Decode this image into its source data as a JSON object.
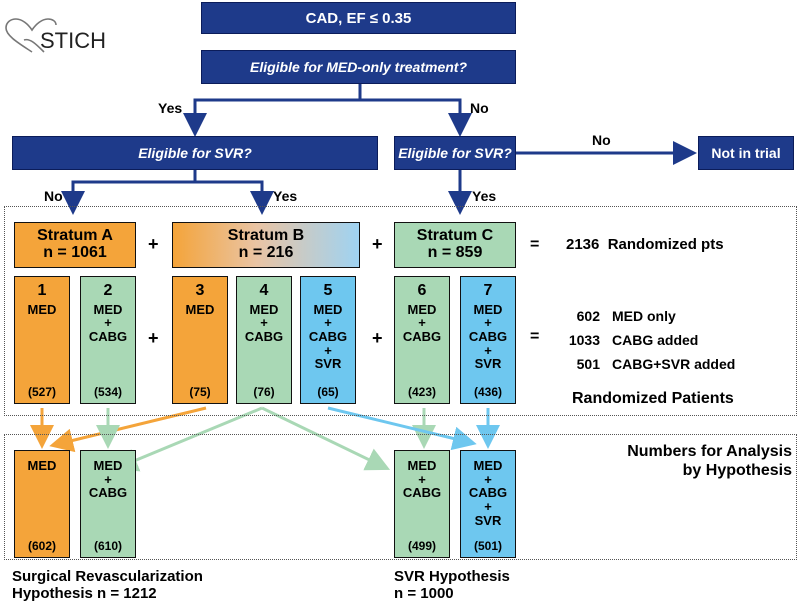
{
  "logo": {
    "text": "STICH"
  },
  "top": {
    "title": "CAD, EF ≤ 0.35",
    "question": "Eligible for MED-only treatment?"
  },
  "branch": {
    "yes": "Yes",
    "no": "No",
    "left_question": "Eligible for SVR?",
    "right_question": "Eligible for SVR?",
    "left_no": "No",
    "left_yes": "Yes",
    "right_no": "No",
    "right_yes": "Yes",
    "not_in_trial": "Not in trial"
  },
  "strata": [
    {
      "name": "Stratum A",
      "n": "n = 1061"
    },
    {
      "name": "Stratum B",
      "n": "n = 216"
    },
    {
      "name": "Stratum C",
      "n": "n = 859"
    }
  ],
  "totals": {
    "equals": "=",
    "randomized": "2136  Randomized pts"
  },
  "arms": [
    {
      "num": "1",
      "label": "MED",
      "n": "(527)"
    },
    {
      "num": "2",
      "label": "MED\n+\nCABG",
      "n": "(534)"
    },
    {
      "num": "3",
      "label": "MED",
      "n": "(75)"
    },
    {
      "num": "4",
      "label": "MED\n+\nCABG",
      "n": "(76)"
    },
    {
      "num": "5",
      "label": "MED\n+\nCABG\n+\nSVR",
      "n": "(65)"
    },
    {
      "num": "6",
      "label": "MED\n+\nCABG",
      "n": "(423)"
    },
    {
      "num": "7",
      "label": "MED\n+\nCABG\n+\nSVR",
      "n": "(436)"
    }
  ],
  "arm_totals": [
    {
      "num": "602",
      "label": "MED only"
    },
    {
      "num": "1033",
      "label": "CABG added"
    },
    {
      "num": "501",
      "label": "CABG+SVR added"
    }
  ],
  "randomized_label": "Randomized Patients",
  "analysis": {
    "title_line1": "Numbers for Analysis",
    "title_line2": "by Hypothesis",
    "boxes": [
      {
        "label": "MED",
        "n": "(602)"
      },
      {
        "label": "MED\n+\nCABG",
        "n": "(610)"
      },
      {
        "label": "MED\n+\nCABG",
        "n": "(499)"
      },
      {
        "label": "MED\n+\nCABG\n+\nSVR",
        "n": "(501)"
      }
    ],
    "surgical_line1": "Surgical Revascularization",
    "surgical_line2": "Hypothesis n = 1212",
    "svr_line1": "SVR Hypothesis",
    "svr_line2": "n = 1000"
  },
  "colors": {
    "navy": "#1e3a8a",
    "orange": "#f4a43a",
    "green": "#a9d8b5",
    "blue": "#6ec7ef"
  }
}
